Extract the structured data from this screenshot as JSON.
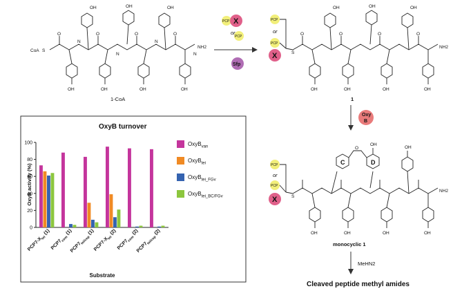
{
  "scheme": {
    "start_label": "1-CoA",
    "coa_label": "CoA",
    "s_label": "S",
    "oh_label": "OH",
    "o_label": "O",
    "n_label": "N",
    "h_label": "H",
    "nh2_label": "NH2",
    "pcp_label": "PCP",
    "x_label": "X",
    "or_label": "or",
    "sfp_label": "Sfp",
    "oxyb_line1": "Oxy",
    "oxyb_line2": "B",
    "compound1_label": "1",
    "ring_c_label": "C",
    "ring_d_label": "D",
    "monocyclic_label": "monocyclic 1",
    "reagent_label": "MeHN2",
    "product_label": "Cleaved peptide methyl amides",
    "colors": {
      "pcp_yellow": "#f2ef7a",
      "x_pink": "#e0608a",
      "sfp_purple": "#b06db4",
      "oxyb_red": "#e97b7b",
      "ring_label_red": "#d62020"
    }
  },
  "chart_data": {
    "type": "bar",
    "title": "OxyB turnover",
    "xlabel": "Substrate",
    "ylabel": "OxyB activity (%)",
    "ylim": [
      0,
      100
    ],
    "yticks": [
      0,
      20,
      40,
      60,
      80,
      100
    ],
    "grid": false,
    "legend_position": "right",
    "categories": [
      {
        "main": "PCP7-X",
        "sub": "tei",
        "suffix": " (1)"
      },
      {
        "main": "PCP7",
        "sub": "com",
        "suffix": " (1)"
      },
      {
        "main": "PCP7",
        "sub": "tei/cep",
        "suffix": " (1)"
      },
      {
        "main": "PCP7-X",
        "sub": "tei",
        "suffix": " (2)"
      },
      {
        "main": "PCP7",
        "sub": "com",
        "suffix": " (2)"
      },
      {
        "main": "PCP7",
        "sub": "tei/cep",
        "suffix": " (2)"
      }
    ],
    "series": [
      {
        "main": "OxyB",
        "sub": "van",
        "color": "#c4359c",
        "values": [
          73,
          88,
          83,
          95,
          93,
          92
        ]
      },
      {
        "main": "OxyB",
        "sub": "tei",
        "color": "#f08a24",
        "values": [
          66,
          0,
          29,
          39,
          0,
          0
        ]
      },
      {
        "main": "OxyB",
        "sub": "tei_FGv",
        "color": "#3563b0",
        "values": [
          61,
          4,
          9,
          12,
          1,
          1
        ]
      },
      {
        "main": "OxyB",
        "sub": "tei_BC/FGv",
        "color": "#8cc63e",
        "values": [
          64,
          3,
          6,
          21,
          2,
          2
        ]
      }
    ]
  }
}
